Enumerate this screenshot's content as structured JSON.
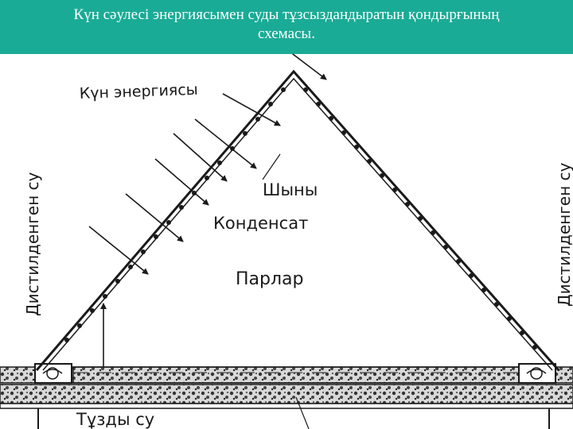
{
  "slide": {
    "title_line1": "Күн сәулесі энергиясымен суды тұзсыздандыратын қондырғының",
    "title_line2": "схемасы.",
    "title_bg": "#1aab96"
  },
  "diagram": {
    "sun_energy": "Күн энергиясы",
    "glass": "Шыны",
    "condensate": "Конденсат",
    "vapor": "Парлар",
    "distilled_left": "Дистилденген су",
    "distilled_right": "Дистилденген су",
    "salt_water": "Тұзды су"
  }
}
